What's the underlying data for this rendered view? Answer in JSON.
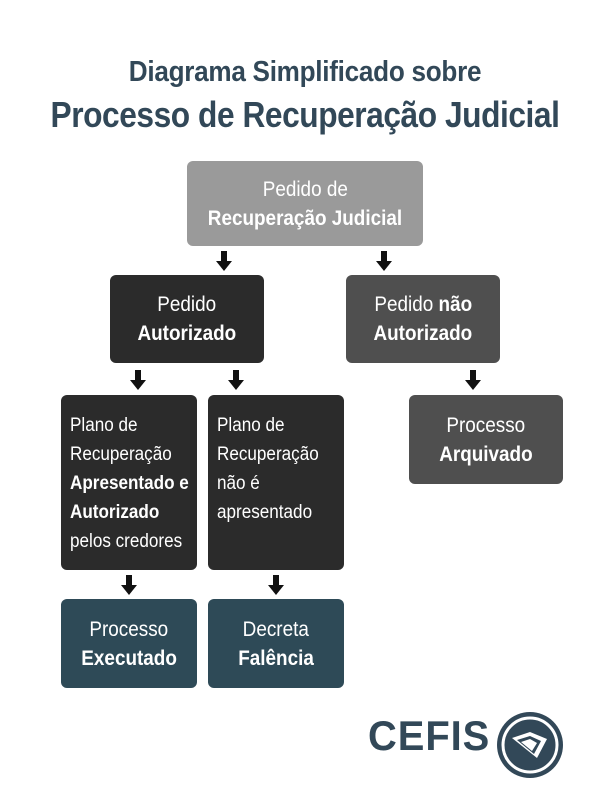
{
  "title": {
    "line1": "Diagrama Simplificado sobre",
    "line2": "Processo de Recuperação Judicial"
  },
  "nodes": {
    "pedido": {
      "line1": "Pedido de",
      "line2": "Recuperação Judicial"
    },
    "autorizado": {
      "line1": "Pedido",
      "line2": "Autorizado"
    },
    "nao_autorizado": {
      "line1a": "Pedido ",
      "line1b": "não",
      "line2": "Autorizado"
    },
    "plano_apresentado": {
      "l1": "Plano de",
      "l2": "Recuperação",
      "l3": "Apresentado e",
      "l4": "Autorizado",
      "l5": "pelos credores"
    },
    "plano_nao": {
      "l1": "Plano de",
      "l2": "Recuperação",
      "l3": "não é",
      "l4": "apresentado"
    },
    "arquivado": {
      "line1": "Processo",
      "line2": "Arquivado"
    },
    "executado": {
      "line1": "Processo",
      "line2": "Executado"
    },
    "falencia": {
      "line1": "Decreta",
      "line2": "Falência"
    }
  },
  "logo": {
    "text": "CEFIS",
    "icon": "cefis-book-icon"
  },
  "colors": {
    "title": "#324858",
    "gray_light": "#9a9a9a",
    "gray_dark": "#4f4f4f",
    "black": "#2b2b2b",
    "teal": "#2e4a57"
  }
}
